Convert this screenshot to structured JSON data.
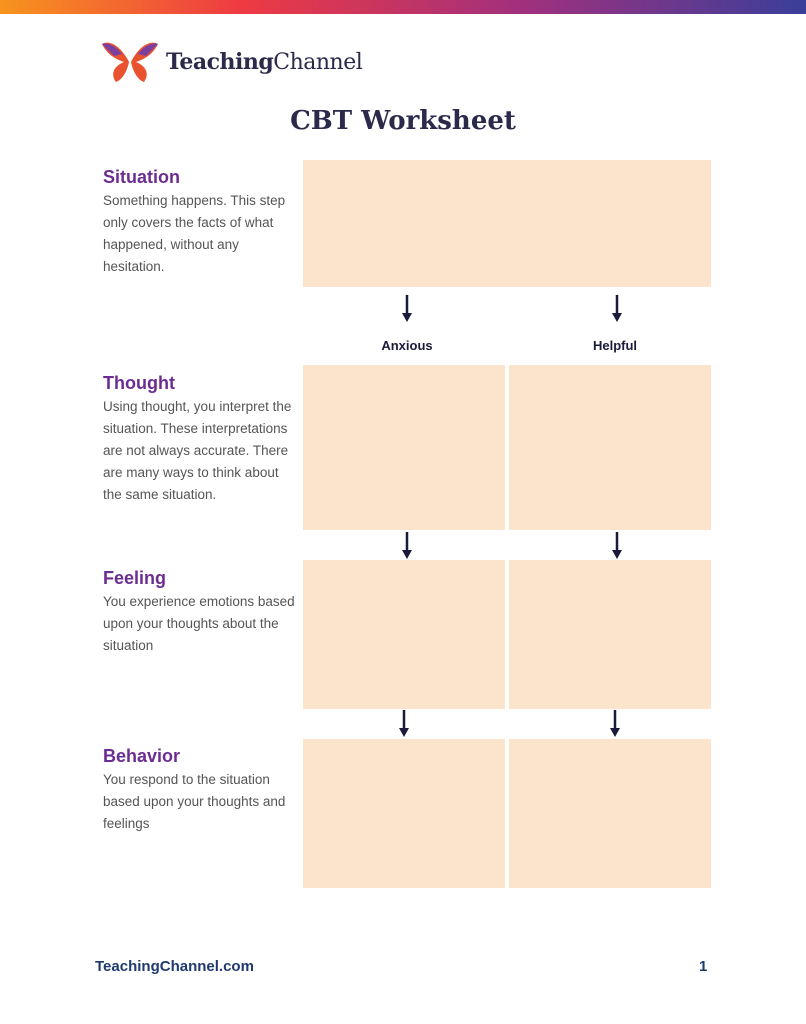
{
  "brand": {
    "name_bold": "Teaching",
    "name_light": "Channel"
  },
  "title": "CBT Worksheet",
  "columns": [
    "Anxious",
    "Helpful"
  ],
  "sections": [
    {
      "heading": "Situation",
      "text": "Something happens. This step only covers the facts of what happened, without any hesitation."
    },
    {
      "heading": "Thought",
      "text": "Using thought, you interpret the situation. These interpretations are not always accurate. There are many ways to think about the same situation."
    },
    {
      "heading": "Feeling",
      "text": "You experience emotions based upon your thoughts about the situation"
    },
    {
      "heading": "Behavior",
      "text": "You respond to the situation based upon your thoughts and feelings"
    }
  ],
  "footer": {
    "site": "TeachingChannel.com",
    "page": "1"
  }
}
